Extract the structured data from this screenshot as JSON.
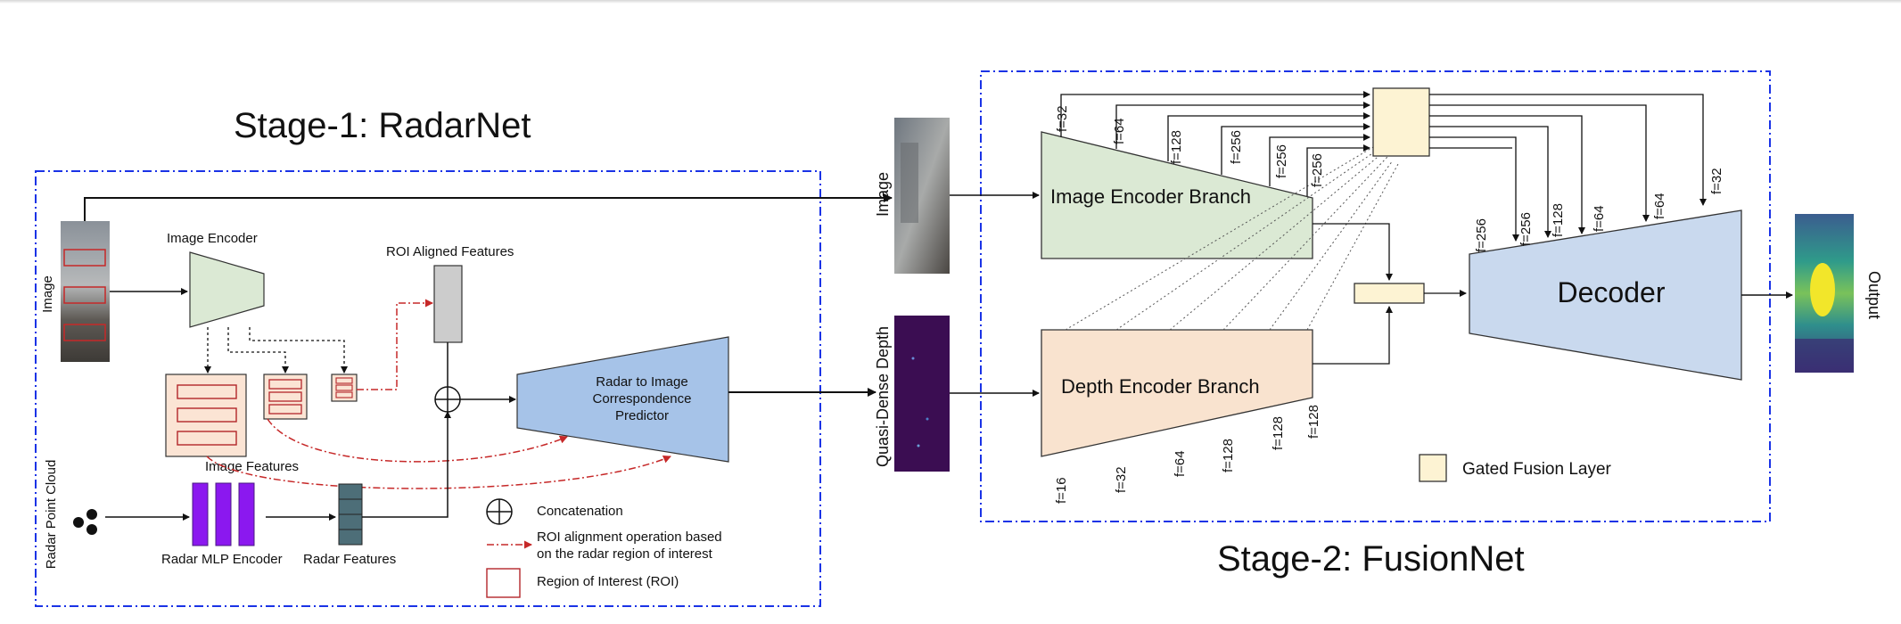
{
  "stage1": {
    "title": "Stage-1: RadarNet",
    "image_label": "Image",
    "image_encoder": "Image Encoder",
    "roi_features": "ROI Aligned Features",
    "image_features": "Image Features",
    "radar_point_cloud": "Radar Point Cloud",
    "radar_mlp": "Radar MLP Encoder",
    "radar_features": "Radar Features",
    "predictor": [
      "Radar to Image",
      "Correspondence",
      "Predictor"
    ]
  },
  "legend1": {
    "concat": "Concatenation",
    "roi_op_line1": "ROI alignment operation based",
    "roi_op_line2": "on the radar region of interest",
    "roi": "Region of Interest (ROI)"
  },
  "stage2": {
    "title": "Stage-2: FusionNet",
    "image_label": "Image",
    "depth_label": "Quasi-Dense Depth",
    "image_encoder": "Image Encoder Branch",
    "depth_encoder": "Depth Encoder Branch",
    "decoder": "Decoder",
    "output": "Output",
    "gated_fusion": "Gated Fusion Layer"
  },
  "filters": {
    "img_skip": [
      "f=32",
      "f=64",
      "f=128",
      "f=256",
      "f=256",
      "f=256"
    ],
    "dec_skip": [
      "f=256",
      "f=256",
      "f=128",
      "f=64",
      "f=64",
      "f=32"
    ],
    "depth_bottom": [
      "f=16",
      "f=32",
      "f=64",
      "f=128",
      "f=128",
      "f=128"
    ]
  },
  "colors": {
    "dash_border": "#1a33e6",
    "encoder_green": "#dbe9d4",
    "encoder_orange": "#f9e3cf",
    "decoder_blue": "#c9d9ee",
    "gated_yellow": "#fdf3d3",
    "radar_purple": "#8b18ef",
    "radar_feat": "#4d6e78",
    "roi_red": "#c62828"
  }
}
